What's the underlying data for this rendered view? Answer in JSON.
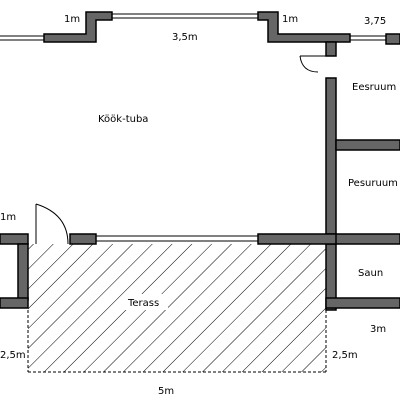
{
  "plan": {
    "rooms": {
      "kitchen_living": "Köök-tuba",
      "entry": "Eesruum",
      "washroom": "Pesuruum",
      "sauna": "Saun",
      "terrace": "Terass"
    },
    "dimensions": {
      "top_left_bay": "1m",
      "top_window": "3,5m",
      "top_right_bay": "1m",
      "top_right_segment": "3,75",
      "left_side": "1m",
      "left_bottom": "2,5m",
      "terrace_width": "5m",
      "terrace_right": "2,5m",
      "sauna_width": "3m"
    }
  }
}
